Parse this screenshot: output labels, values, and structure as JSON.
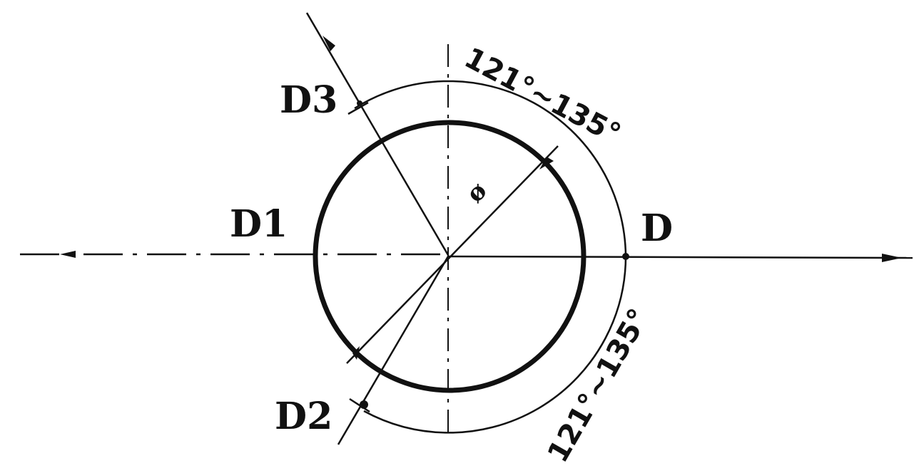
{
  "labels": {
    "d": "D",
    "d1": "D1",
    "d2": "D2",
    "d3": "D3",
    "diameter": "ø"
  },
  "angle_ranges": {
    "upper": "121°~135°",
    "lower": "121°~135°"
  },
  "colors": {
    "ink": "#111111",
    "background": "#ffffff"
  }
}
